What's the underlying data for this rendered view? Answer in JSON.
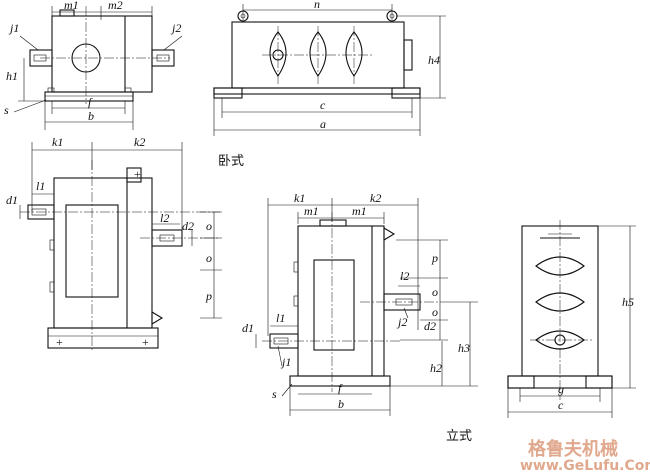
{
  "views": {
    "horizontal_top_left": {
      "labels": {
        "m1": "m1",
        "m2": "m2",
        "j1": "j1",
        "j2": "j2",
        "h1": "h1",
        "s": "s",
        "f": "f",
        "b": "b"
      }
    },
    "horizontal_top_right": {
      "labels": {
        "n": "n",
        "h4": "h4",
        "c": "c",
        "a": "a"
      }
    },
    "horizontal_bottom_left": {
      "labels": {
        "k1": "k1",
        "k2": "k2",
        "d1": "d1",
        "l1": "l1",
        "l2": "l2",
        "d2": "d2",
        "o_top": "o",
        "o_bottom": "o",
        "p": "p"
      }
    },
    "vertical_middle": {
      "labels": {
        "k1": "k1",
        "k2": "k2",
        "m1_left": "m1",
        "m1_right": "m1",
        "p": "p",
        "l2": "l2",
        "o_upper": "o",
        "d2": "d2",
        "o_lower": "o",
        "j2": "j2",
        "d1": "d1",
        "l1": "l1",
        "j1": "j1",
        "h3": "h3",
        "h2": "h2",
        "s": "s",
        "f": "f",
        "b": "b"
      }
    },
    "vertical_right": {
      "labels": {
        "h5": "h5",
        "g": "g",
        "c": "c"
      }
    }
  },
  "captions": {
    "horizontal": "卧式",
    "vertical": "立式"
  },
  "watermark": {
    "cn": "格鲁夫机械",
    "url": "www.GeLufu.Com"
  }
}
